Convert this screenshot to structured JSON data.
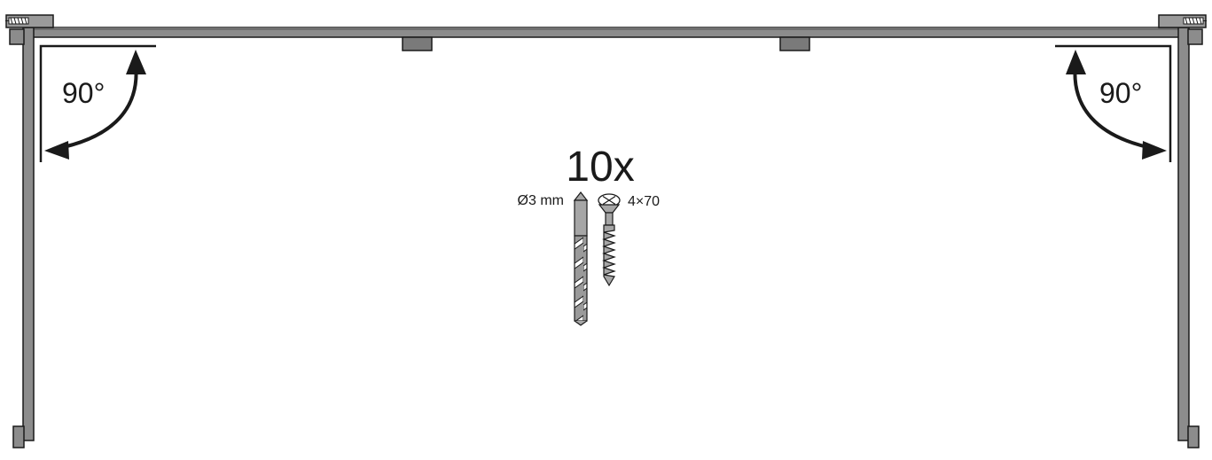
{
  "colors": {
    "panel_fill": "#8c8c8c",
    "panel_dark": "#6a6a6a",
    "panel_stroke": "#1a1a1a",
    "line": "#1a1a1a",
    "bracket_fill": "#999999",
    "hardware_fill": "#a6a6a6"
  },
  "angles": {
    "left": {
      "label": "90°"
    },
    "right": {
      "label": "90°"
    }
  },
  "hardware": {
    "quantity": "10x",
    "drill_label": "Ø3 mm",
    "screw_label": "4×70"
  },
  "icons": {
    "drill": "drill-bit-icon",
    "screw": "screw-icon",
    "arrow": "curved-arrow-icon"
  }
}
